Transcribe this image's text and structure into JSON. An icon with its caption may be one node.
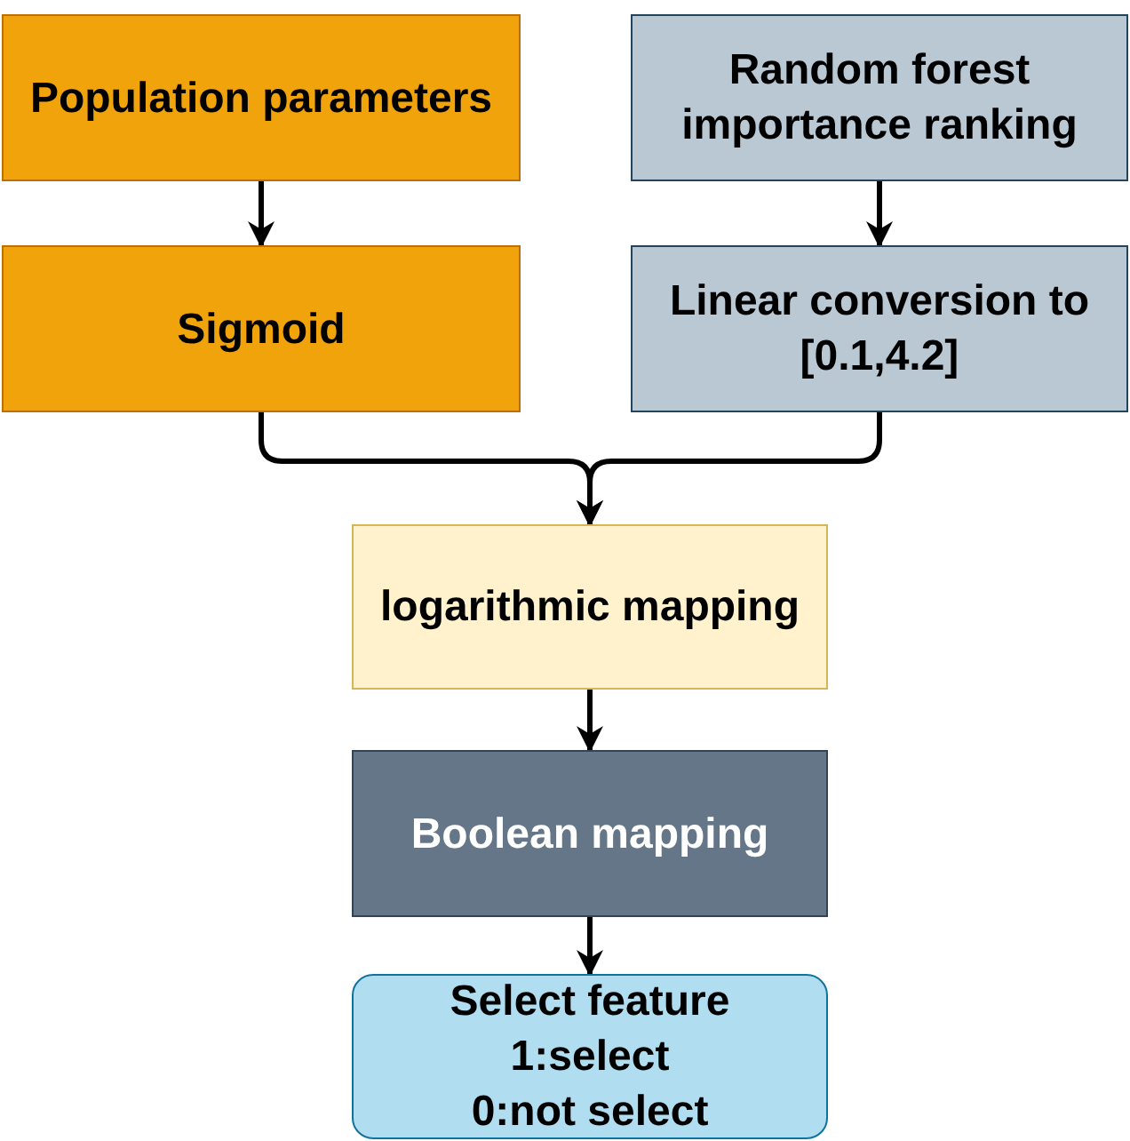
{
  "diagram": {
    "nodes": [
      {
        "text": [
          "Population parameters"
        ]
      },
      {
        "text": [
          "Random forest importance ranking"
        ]
      },
      {
        "text": [
          "Sigmoid"
        ]
      },
      {
        "text": [
          "Linear conversion to [0.1,4.2]"
        ]
      },
      {
        "text": [
          "logarithmic mapping"
        ]
      },
      {
        "text": [
          "Boolean mapping"
        ]
      },
      {
        "text": [
          "Select feature",
          "1:select",
          "0:not select"
        ]
      }
    ],
    "edges": [
      {
        "from": 0,
        "to": 2,
        "arrow": "to"
      },
      {
        "from": 1,
        "to": 3,
        "arrow": "to"
      },
      {
        "from": 2,
        "to": 4,
        "arrow": "to"
      },
      {
        "from": 3,
        "to": 4,
        "arrow": "to"
      },
      {
        "from": 4,
        "to": 5,
        "arrow": "to"
      },
      {
        "from": 5,
        "to": 6,
        "arrow": "to"
      }
    ]
  }
}
